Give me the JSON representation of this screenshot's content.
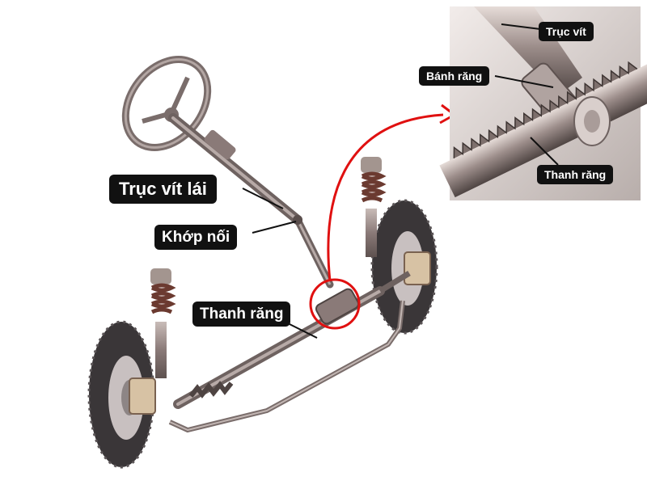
{
  "labels": {
    "steering_shaft": "Trục vít lái",
    "joint": "Khớp nối",
    "rack_main": "Thanh răng",
    "worm": "Trục vít",
    "pinion": "Bánh răng",
    "rack_zoom": "Thanh răng"
  },
  "colors": {
    "metal": "#8a7a78",
    "tire": "#3a3638",
    "callout": "#e01010",
    "label_bg": "#111111",
    "label_text": "#ffffff"
  }
}
